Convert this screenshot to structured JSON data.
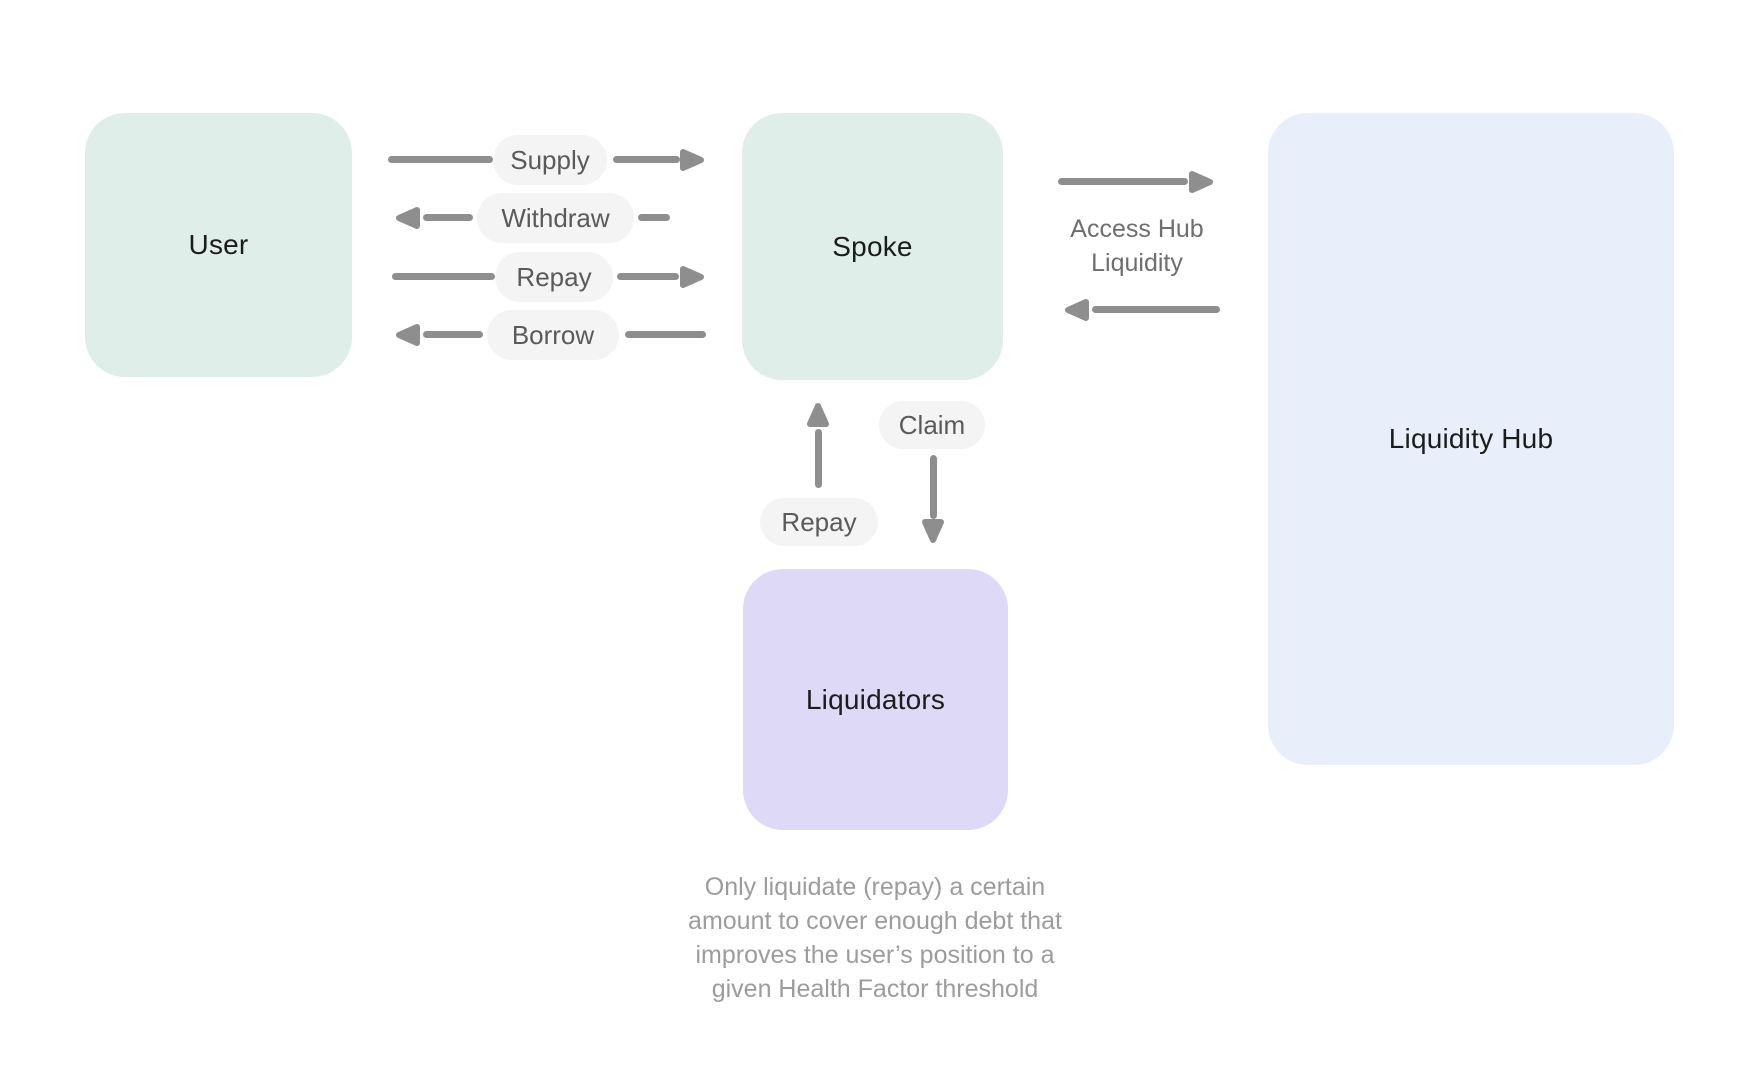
{
  "diagram": {
    "nodes": {
      "user": {
        "label": "User",
        "color": "#dfeee9"
      },
      "spoke": {
        "label": "Spoke",
        "color": "#dfeee9"
      },
      "liquidity_hub": {
        "label": "Liquidity Hub",
        "color": "#e8effa"
      },
      "liquidators": {
        "label": "Liquidators",
        "color": "#ded9f6"
      }
    },
    "user_spoke_flows": [
      {
        "label": "Supply",
        "direction": "user-to-spoke"
      },
      {
        "label": "Withdraw",
        "direction": "spoke-to-user"
      },
      {
        "label": "Repay",
        "direction": "user-to-spoke"
      },
      {
        "label": "Borrow",
        "direction": "spoke-to-user"
      }
    ],
    "spoke_hub_flow": {
      "label_line1": "Access Hub",
      "label_line2": "Liquidity"
    },
    "liquidator_flows": {
      "repay_label": "Repay",
      "claim_label": "Claim"
    },
    "caption_lines": [
      "Only liquidate (repay) a certain",
      "amount to cover enough debt that",
      "improves the user’s position to a",
      "given Health Factor threshold"
    ],
    "colors": {
      "arrow": "#8e8e8e",
      "pill_background": "#f4f4f5",
      "node_label_text": "#1c1c1c",
      "pill_text": "#5a5a5a",
      "flow_note_text": "#6e6e6e",
      "caption_text": "#9c9c9c"
    }
  }
}
